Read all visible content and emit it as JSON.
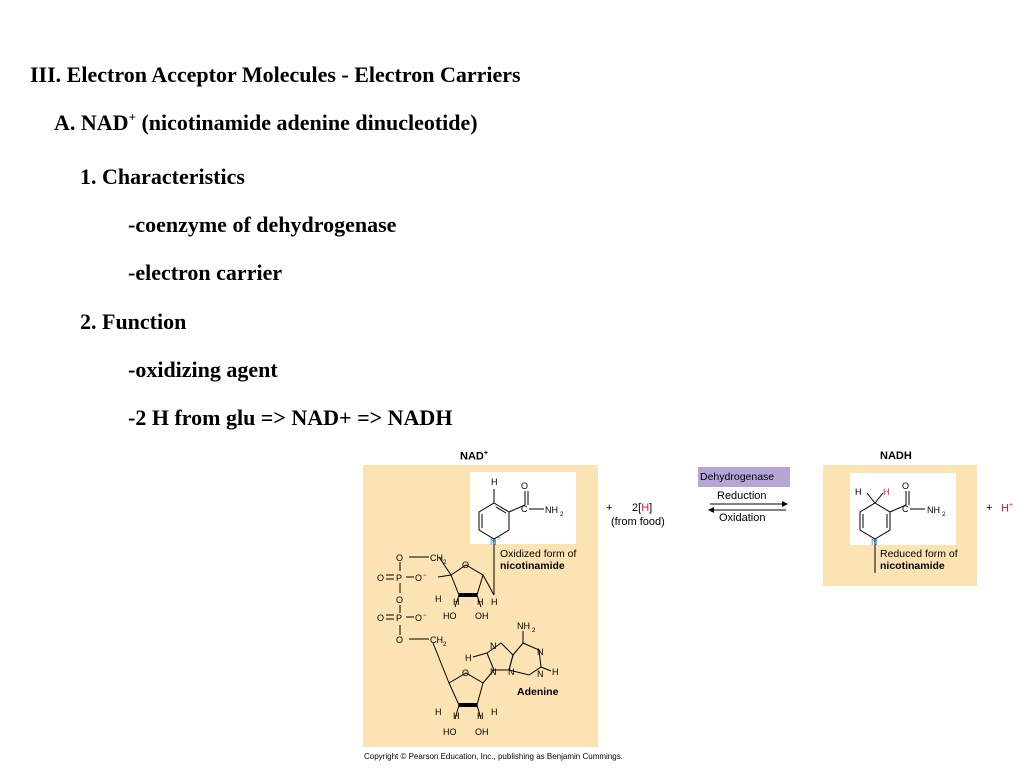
{
  "outline": {
    "heading": "III. Electron Acceptor Molecules - Electron Carriers",
    "sub_a_prefix": "A. NAD",
    "sub_a_sup": "+",
    "sub_a_suffix": " (nicotinamide adenine dinucleotide)",
    "item1": "1. Characteristics",
    "item1_b1": "-coenzyme of dehydrogenase",
    "item1_b2": "-electron carrier",
    "item2": "2.  Function",
    "item2_b1": "-oxidizing agent",
    "item2_b2": "-2 H from glu => NAD+ => NADH"
  },
  "figure": {
    "nad_title": "NAD",
    "nad_title_sup": "+",
    "nadh_title": "NADH",
    "oxidized_label_1": "Oxidized form of",
    "oxidized_label_2": "nicotinamide",
    "reduced_label_1": "Reduced form of",
    "reduced_label_2": "nicotinamide",
    "adenine_label": "Adenine",
    "plus1": "+",
    "two_h_prefix": "2[",
    "two_h_h": "H",
    "two_h_suffix": "]",
    "from_food": "(from food)",
    "enzyme": "Dehydrogenase",
    "reduction": "Reduction",
    "oxidation": "Oxidation",
    "plus2": "+",
    "h_plus": "H",
    "h_plus_sup": "+",
    "colors": {
      "panel": "#fbe3b3",
      "enzyme_box": "#b6a6d6",
      "nitrogen": "#1a9fd8",
      "hydrogen_red": "#d6195a"
    }
  },
  "copyright": "Copyright © Pearson Education, Inc., publishing as Benjamin Cummings."
}
